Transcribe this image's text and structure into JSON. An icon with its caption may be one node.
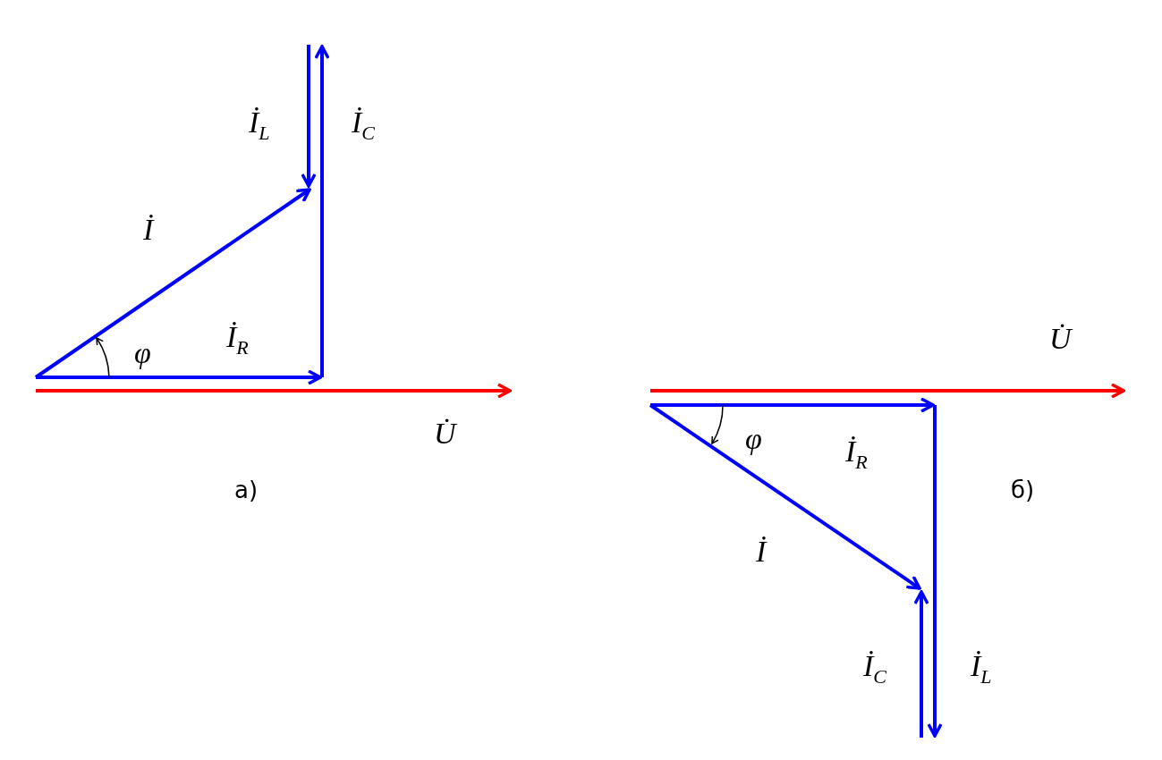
{
  "diagram": {
    "labels": [
      "İ$_{L}$",
      "İ$_{C}$",
      "İ",
      "İ$_{R}$",
      "φ",
      "U̇",
      "а)",
      "U̇",
      "φ",
      "İ$_{R}$",
      "б)",
      "İ",
      "İ$_{C}$",
      "İ$_{L}$"
    ]
  }
}
